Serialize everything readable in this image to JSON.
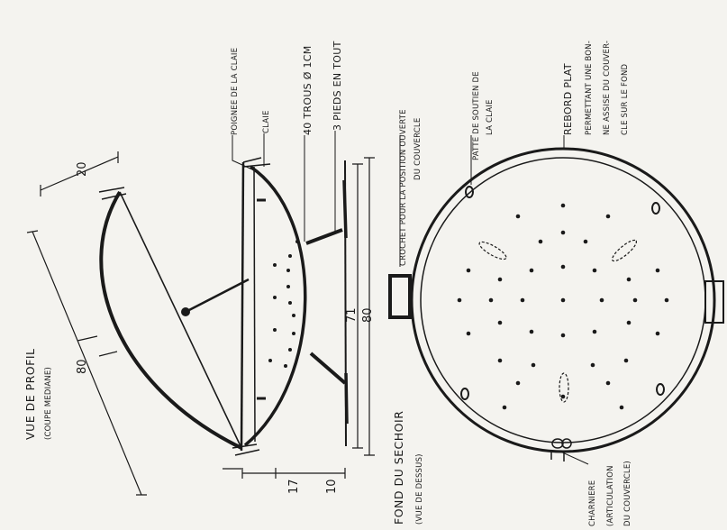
{
  "profile": {
    "title": "VUE DE PROFIL",
    "subtitle": "(COUPE MEDIANE)",
    "dim_20": "20",
    "dim_80": "80",
    "dim_17": "17",
    "dim_10": "10",
    "dim_71": "71",
    "dim_80b": "80"
  },
  "annotations": {
    "poignee": "POIGNEE DE LA CLAIE",
    "claie": "CLAIE",
    "trous": "40 TROUS Ø 1CM",
    "pieds": "3 PIEDS EN TOUT",
    "crochet_1": "CROCHET POUR LA POSITION OUVERTE",
    "crochet_2": "DU COUVERCLE",
    "patte_1": "PATTE DE SOUTIEN DE",
    "patte_2": "LA CLAIE",
    "rebord_1": "REBORD PLAT",
    "rebord_2": "PERMETTANT UNE BON-",
    "rebord_3": "NE ASSISE DU COUVER-",
    "rebord_4": "CLE SUR LE FOND",
    "charniere_1": "CHARNIERE",
    "charniere_2": "(ARTICULATION",
    "charniere_3": "DU COUVERCLE)"
  },
  "bottom": {
    "title": "FOND DU SECHOIR",
    "subtitle": "(VUE DE DESSUS)"
  }
}
